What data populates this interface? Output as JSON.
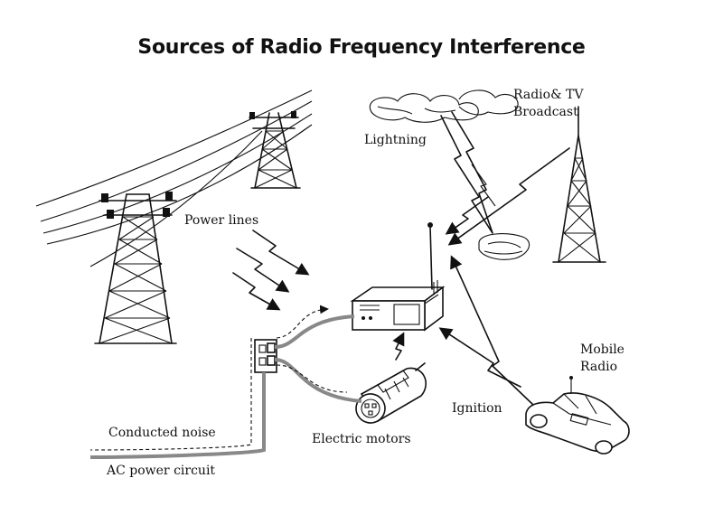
{
  "diagram": {
    "title": "Sources of Radio Frequency Interference",
    "labels": {
      "lightning": "Lightning",
      "broadcast": "Radio& TV\nBroadcast",
      "power_lines": "Power lines",
      "mobile_radio": "Mobile\nRadio",
      "ignition": "Ignition",
      "electric_motors": "Electric motors",
      "conducted_noise": "Conducted noise",
      "ac_power_circuit": "AC power circuit"
    }
  }
}
